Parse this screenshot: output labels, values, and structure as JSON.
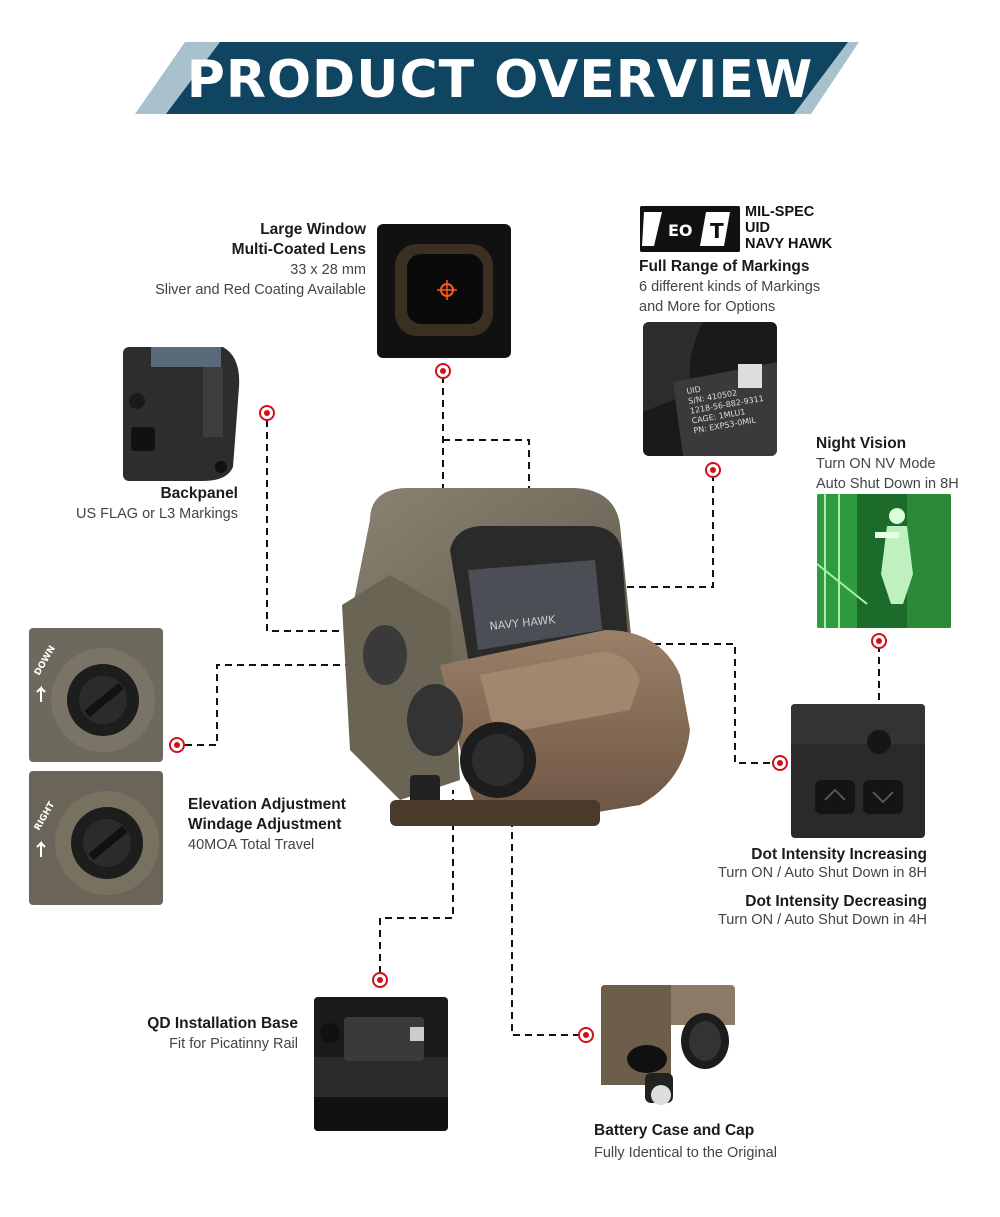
{
  "banner": {
    "title": "PRODUCT OVERVIEW",
    "colors": {
      "dark": "#0f4560",
      "light": "#a9c1cc"
    }
  },
  "accent": "#d0101a",
  "features": {
    "lens": {
      "title1": "Large Window",
      "title2": "Multi-Coated Lens",
      "sub1": "33 x 28 mm",
      "sub2": "Sliver and Red Coating Available"
    },
    "markings": {
      "badge": [
        "MIL-SPEC",
        "UID",
        "NAVY HAWK"
      ],
      "title": "Full Range of Markings",
      "sub1": "6 different kinds of Markings",
      "sub2": "and More for Options"
    },
    "plate": {
      "l1": "UID",
      "l2": "S/N: 410502",
      "l3": "1218-56-882-9311",
      "l4": "CAGE: 1MLU1",
      "l5": "PN: EXPS3-0MIL"
    },
    "night": {
      "title": "Night Vision",
      "sub1": "Turn ON NV Mode",
      "sub2": "Auto Shut Down in 8H"
    },
    "backpanel": {
      "title": "Backpanel",
      "sub": "US FLAG or L3 Markings"
    },
    "adjust": {
      "title1": "Elevation Adjustment",
      "title2": "Windage Adjustment",
      "sub": "40MOA Total Travel",
      "dial1": "DOWN",
      "dial2": "RIGHT"
    },
    "dot": {
      "t1": "Dot Intensity Increasing",
      "s1": "Turn ON  / Auto Shut Down in 8H",
      "t2": "Dot Intensity Decreasing",
      "s2": "Turn ON  / Auto Shut Down in 4H"
    },
    "base": {
      "title": "QD Installation Base",
      "sub": "Fit for Picatinny Rail"
    },
    "battery": {
      "title": "Battery Case and Cap",
      "sub": "Fully Identical to the Original"
    }
  }
}
